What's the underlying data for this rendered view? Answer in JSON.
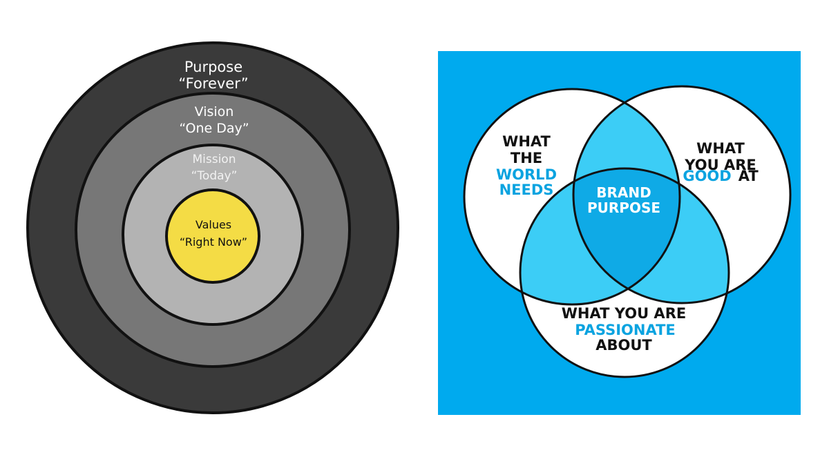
{
  "concentric": {
    "rings": [
      {
        "id": "purpose",
        "title": "Purpose",
        "subtitle": "“Forever”",
        "fill": "#3a3a3a",
        "text_color": "#ffffff"
      },
      {
        "id": "vision",
        "title": "Vision",
        "subtitle": "“One Day”",
        "fill": "#777777",
        "text_color": "#ffffff"
      },
      {
        "id": "mission",
        "title": "Mission",
        "subtitle": "“Today”",
        "fill": "#b3b3b3",
        "text_color": "#f2f2f2"
      },
      {
        "id": "values",
        "title": "Values",
        "subtitle": "“Right Now”",
        "fill": "#f4dc45",
        "text_color": "#111111"
      }
    ]
  },
  "venn": {
    "background": "#00aaee",
    "circle_fill": "#ffffff",
    "overlap_fill": "#3ccdf6",
    "center_fill": "#0faae6",
    "accent": "#0aa3e0",
    "world": {
      "line1": "WHAT",
      "line2": "THE",
      "line3": "WORLD",
      "line4": "NEEDS"
    },
    "good": {
      "line1": "WHAT",
      "line2": "YOU ARE",
      "accent_word": "GOOD",
      "tail_word": "AT"
    },
    "passion": {
      "line1": "WHAT YOU ARE",
      "line2": "PASSIONATE",
      "line3": "ABOUT"
    },
    "center": {
      "line1": "BRAND",
      "line2": "PURPOSE"
    }
  }
}
